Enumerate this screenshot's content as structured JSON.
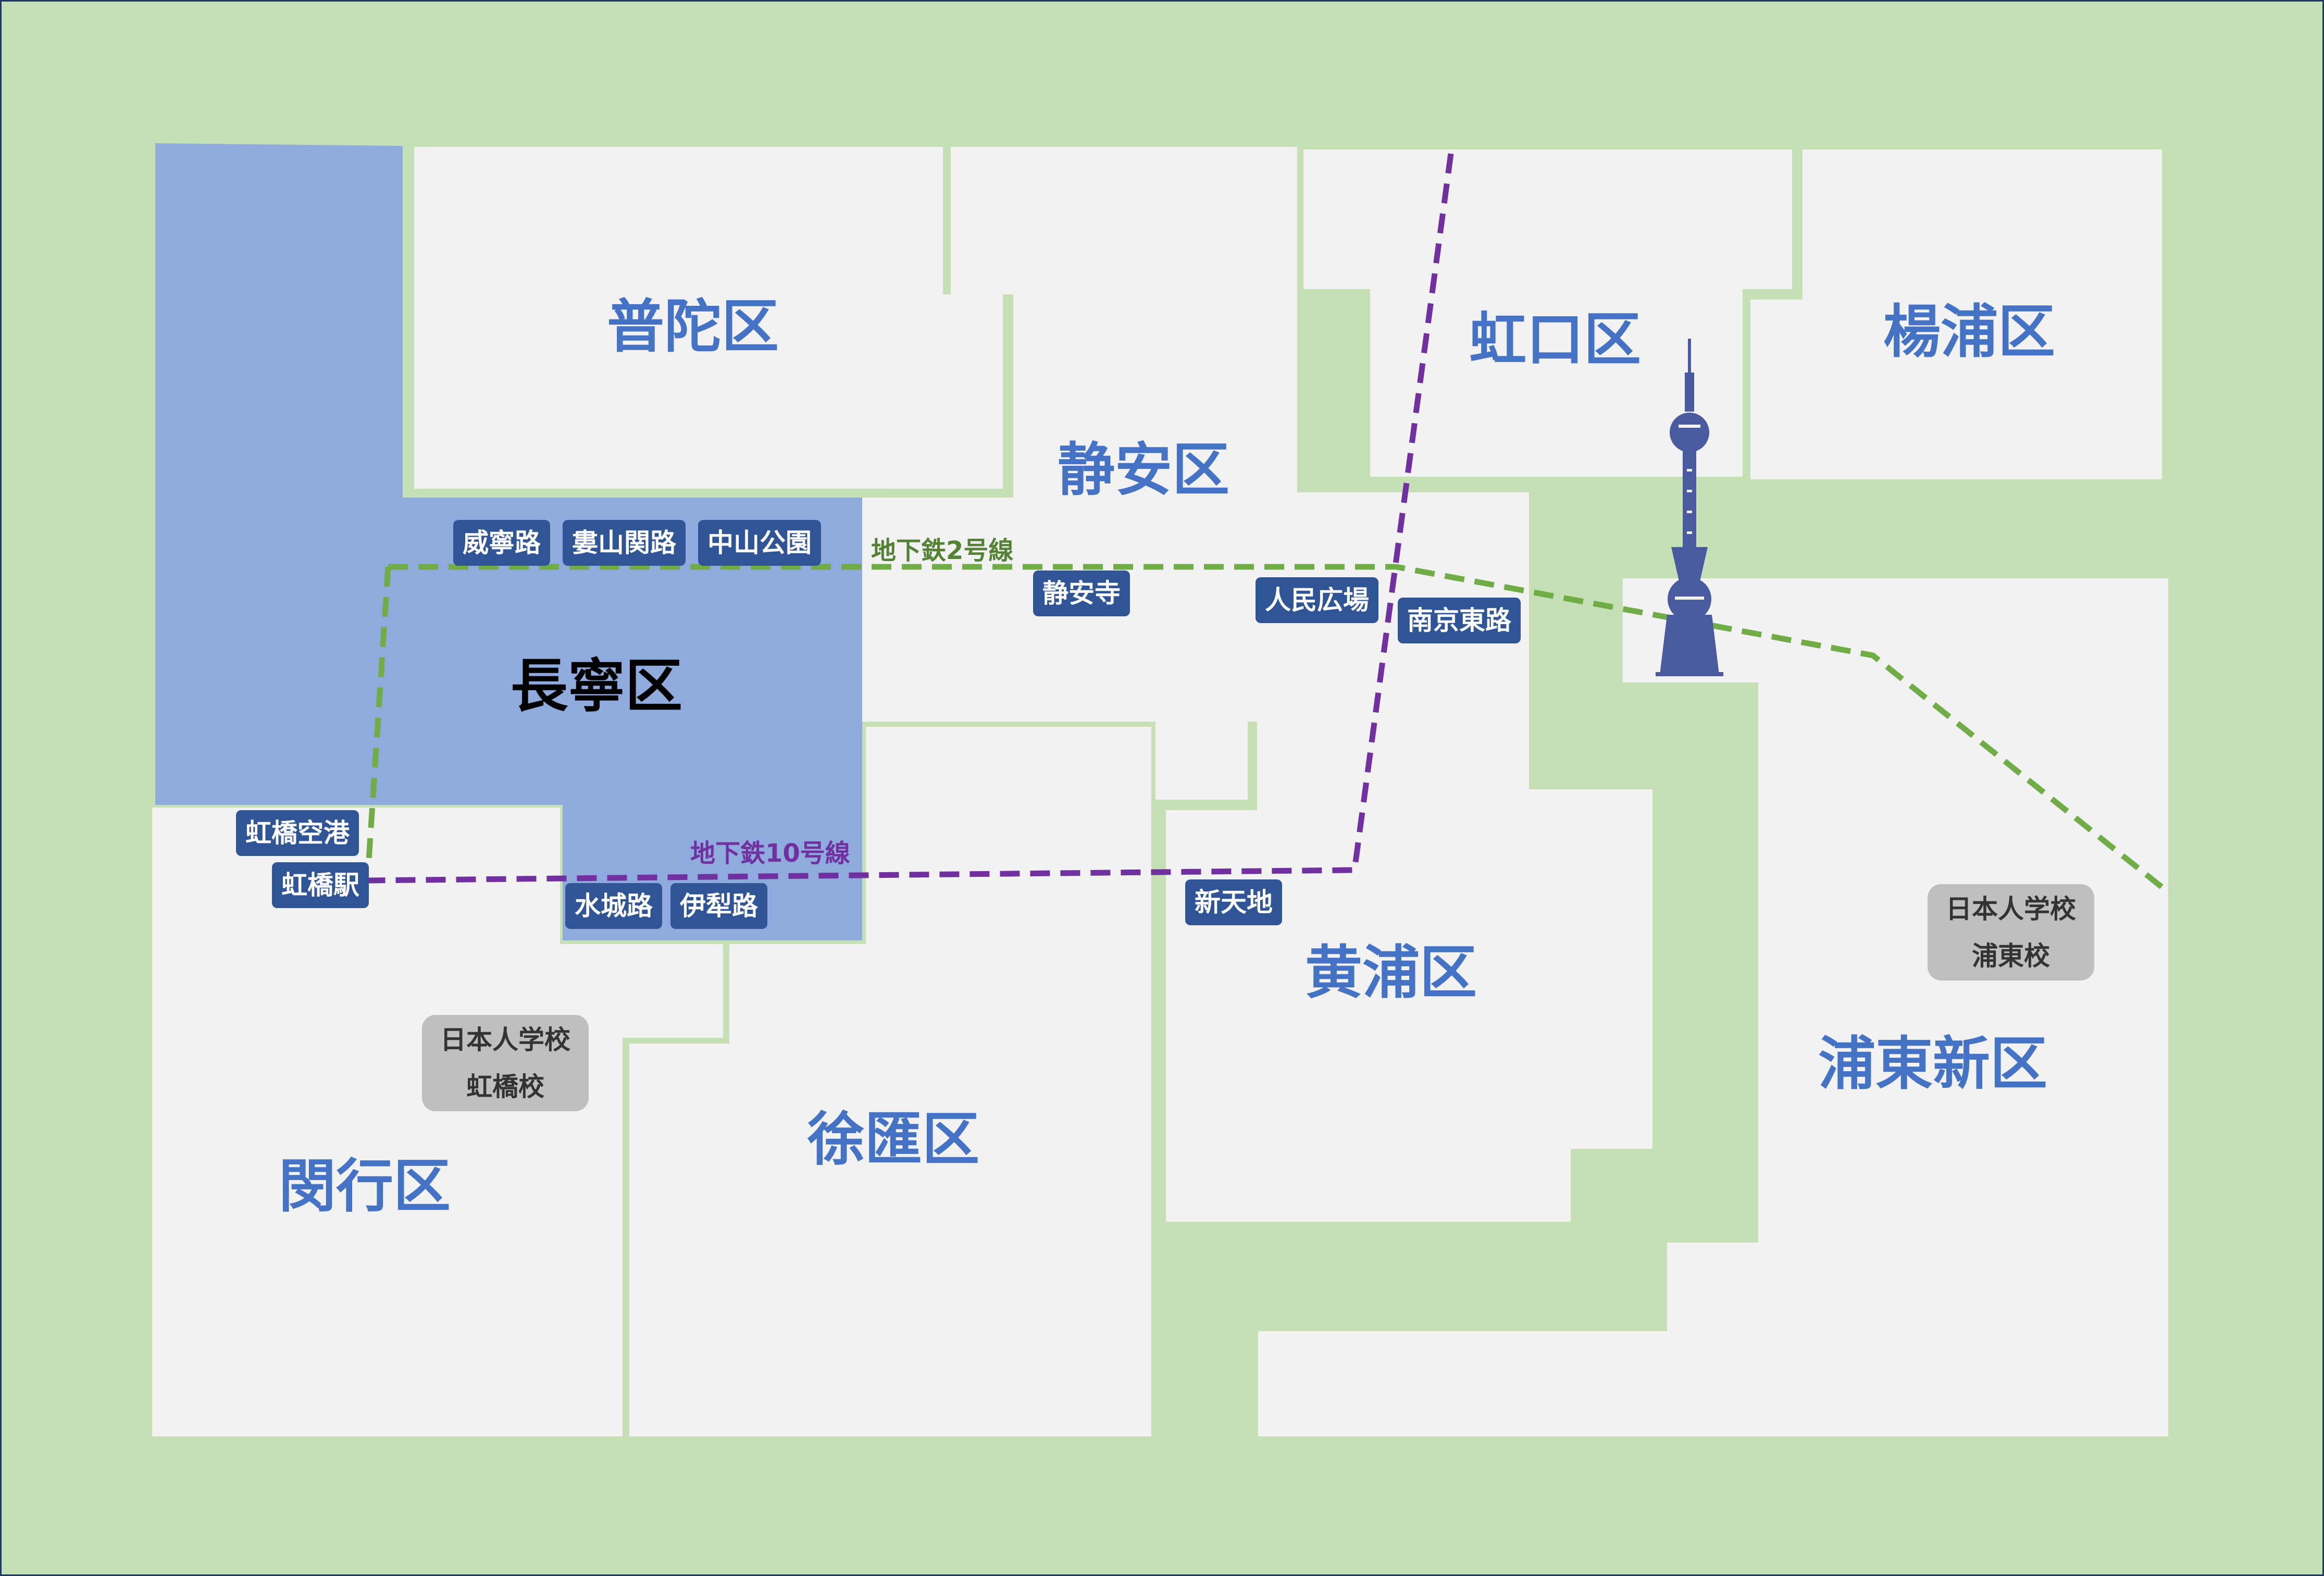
{
  "districts": {
    "putuo": "普陀区",
    "jingan": "静安区",
    "hongkou": "虹口区",
    "yangpu": "楊浦区",
    "changning": "長寧区",
    "huangpu": "黄浦区",
    "xuhui": "徐匯区",
    "minhang": "閔行区",
    "pudong": "浦東新区"
  },
  "highlighted_district": "長寧区",
  "metro_lines": {
    "line2": {
      "name": "地下鉄2号線",
      "color": "#70ad47"
    },
    "line10": {
      "name": "地下鉄10号線",
      "color": "#7030a0"
    }
  },
  "stations": {
    "weining": "威寧路",
    "loushanguan": "婁山関路",
    "zhongshan_park": "中山公園",
    "jingan_temple": "静安寺",
    "peoples_square": "人民広場",
    "nanjing_east": "南京東路",
    "hongqiao_airport": "虹橋空港",
    "hongqiao_station": "虹橋駅",
    "shuicheng": "水城路",
    "yili": "伊犁路",
    "xintiandi": "新天地"
  },
  "schools": {
    "hongqiao": {
      "line1": "日本人学校",
      "line2": "虹橋校"
    },
    "pudong": {
      "line1": "日本人学校",
      "line2": "浦東校"
    }
  },
  "landmark_icon": "oriental-pearl-tower-icon",
  "colors": {
    "background": "#c6e0b5",
    "district_fill": "#f2f2f2",
    "highlight_fill": "#8faadc",
    "station_fill": "#2f5597",
    "label_color": "#4472c4",
    "tower_color": "#4a5aa0"
  }
}
